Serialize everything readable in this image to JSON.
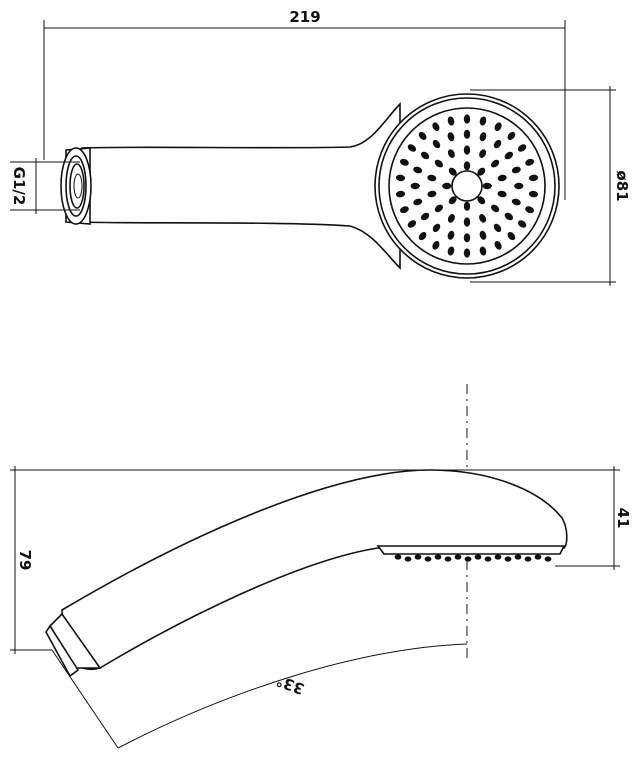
{
  "dimensions": {
    "overall_length": "219",
    "face_diameter": "ø81",
    "thread": "G1/2",
    "height": "79",
    "head_height": "41",
    "angle": "33°"
  },
  "views": [
    "top-view",
    "side-view"
  ],
  "nozzle_rings": [
    {
      "count": 8,
      "radius_ratio": 0.28
    },
    {
      "count": 14,
      "radius_ratio": 0.5
    },
    {
      "count": 20,
      "radius_ratio": 0.72
    },
    {
      "count": 26,
      "radius_ratio": 0.93
    }
  ]
}
